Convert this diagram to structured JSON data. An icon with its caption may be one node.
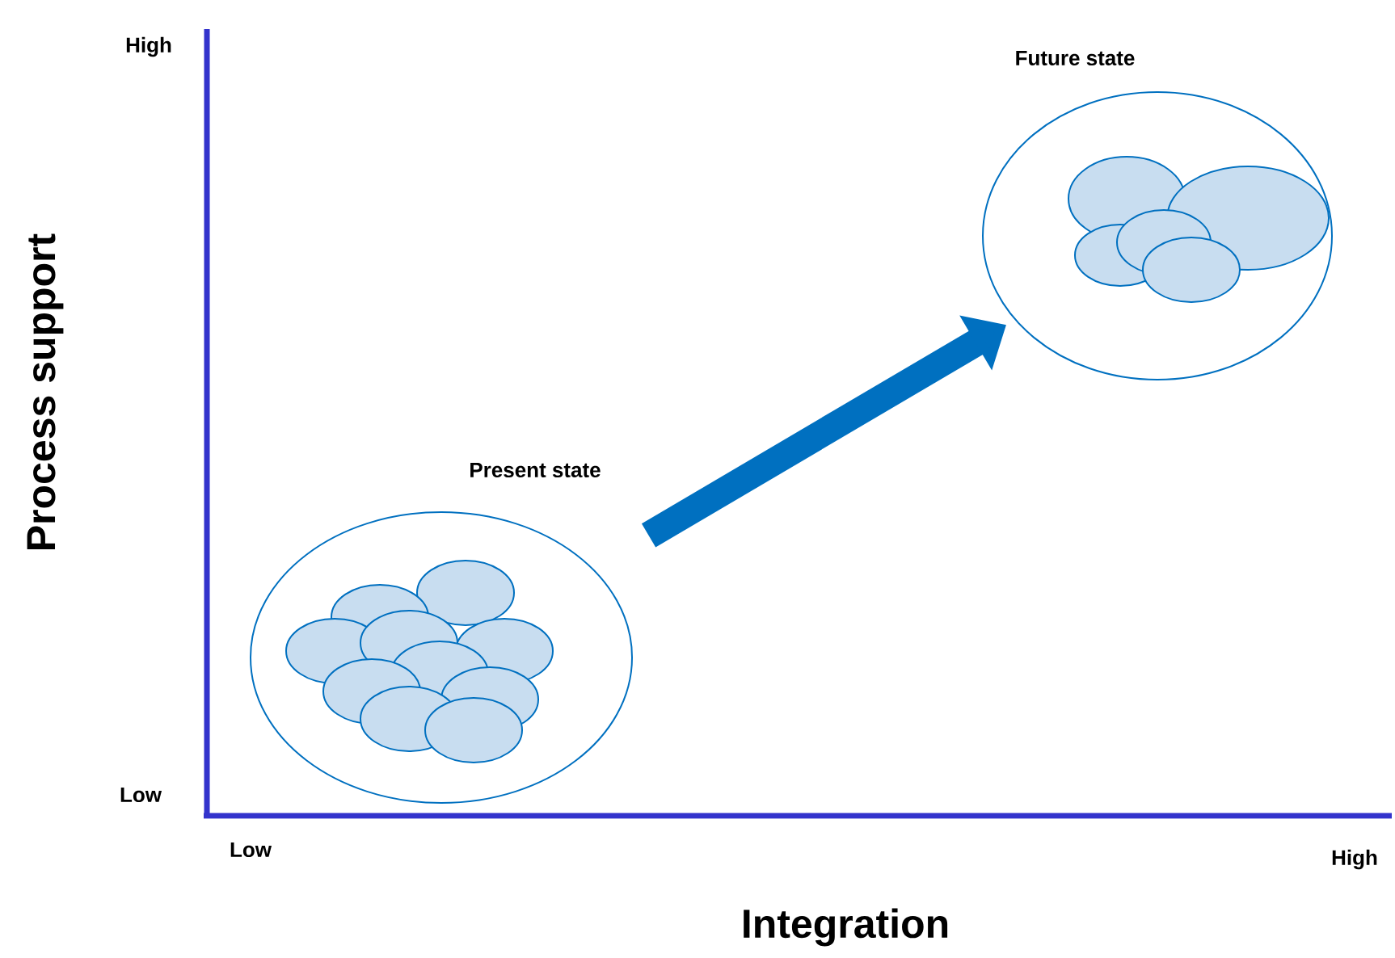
{
  "diagram": {
    "nodes": [
      {
        "text": [
          "Present state"
        ]
      },
      {
        "text": [
          "Future state"
        ]
      }
    ],
    "edges": [
      {
        "from": 0,
        "to": 1,
        "arrow": "to"
      }
    ],
    "labels": [
      "High",
      "Process support",
      "Low",
      "Low",
      "High",
      "Integration"
    ]
  }
}
